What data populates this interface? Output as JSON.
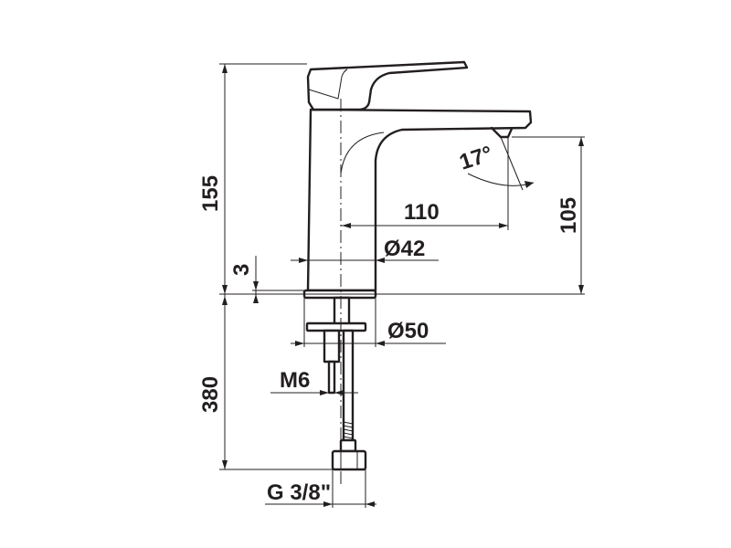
{
  "dimensions": {
    "total_height": "155",
    "hose_length": "380",
    "spout_reach": "110",
    "spout_height": "105",
    "spout_angle": "17°",
    "body_diameter": "Ø42",
    "base_gap": "3",
    "base_diameter": "Ø50",
    "stud_thread": "M6",
    "hose_thread": "G 3/8\""
  }
}
